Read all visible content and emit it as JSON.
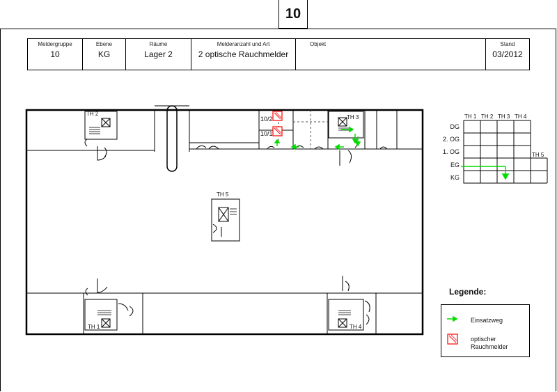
{
  "page_number": "10",
  "header": {
    "meldergruppe_label": "Meldergruppe",
    "meldergruppe_value": "10",
    "ebene_label": "Ebene",
    "ebene_value": "KG",
    "raeume_label": "Räume",
    "raeume_value": "Lager 2",
    "melderanzahl_label": "Melderanzahl und Art",
    "melderanzahl_value": "2 optische Rauchmelder",
    "objekt_label": "Objekt",
    "objekt_value": "",
    "stand_label": "Stand",
    "stand_value": "03/2012"
  },
  "plan": {
    "stair_th1": "TH 1",
    "stair_th2": "TH 2",
    "stair_th3": "TH 3",
    "stair_th4": "TH 4",
    "stair_th5": "TH 5",
    "detector_1": "10/1",
    "detector_2": "10/2"
  },
  "level_grid": {
    "columns": [
      "TH 1",
      "TH 2",
      "TH 3",
      "TH 4"
    ],
    "extra_column": "TH 5",
    "levels": [
      "DG",
      "2. OG",
      "1. OG",
      "EG",
      "KG"
    ]
  },
  "legend": {
    "title": "Legende:",
    "route_label": "Einsatzweg",
    "detector_label_line1": "optischer",
    "detector_label_line2": "Rauchmelder"
  },
  "colors": {
    "route": "#00dd00",
    "detector": "#ff0000"
  }
}
